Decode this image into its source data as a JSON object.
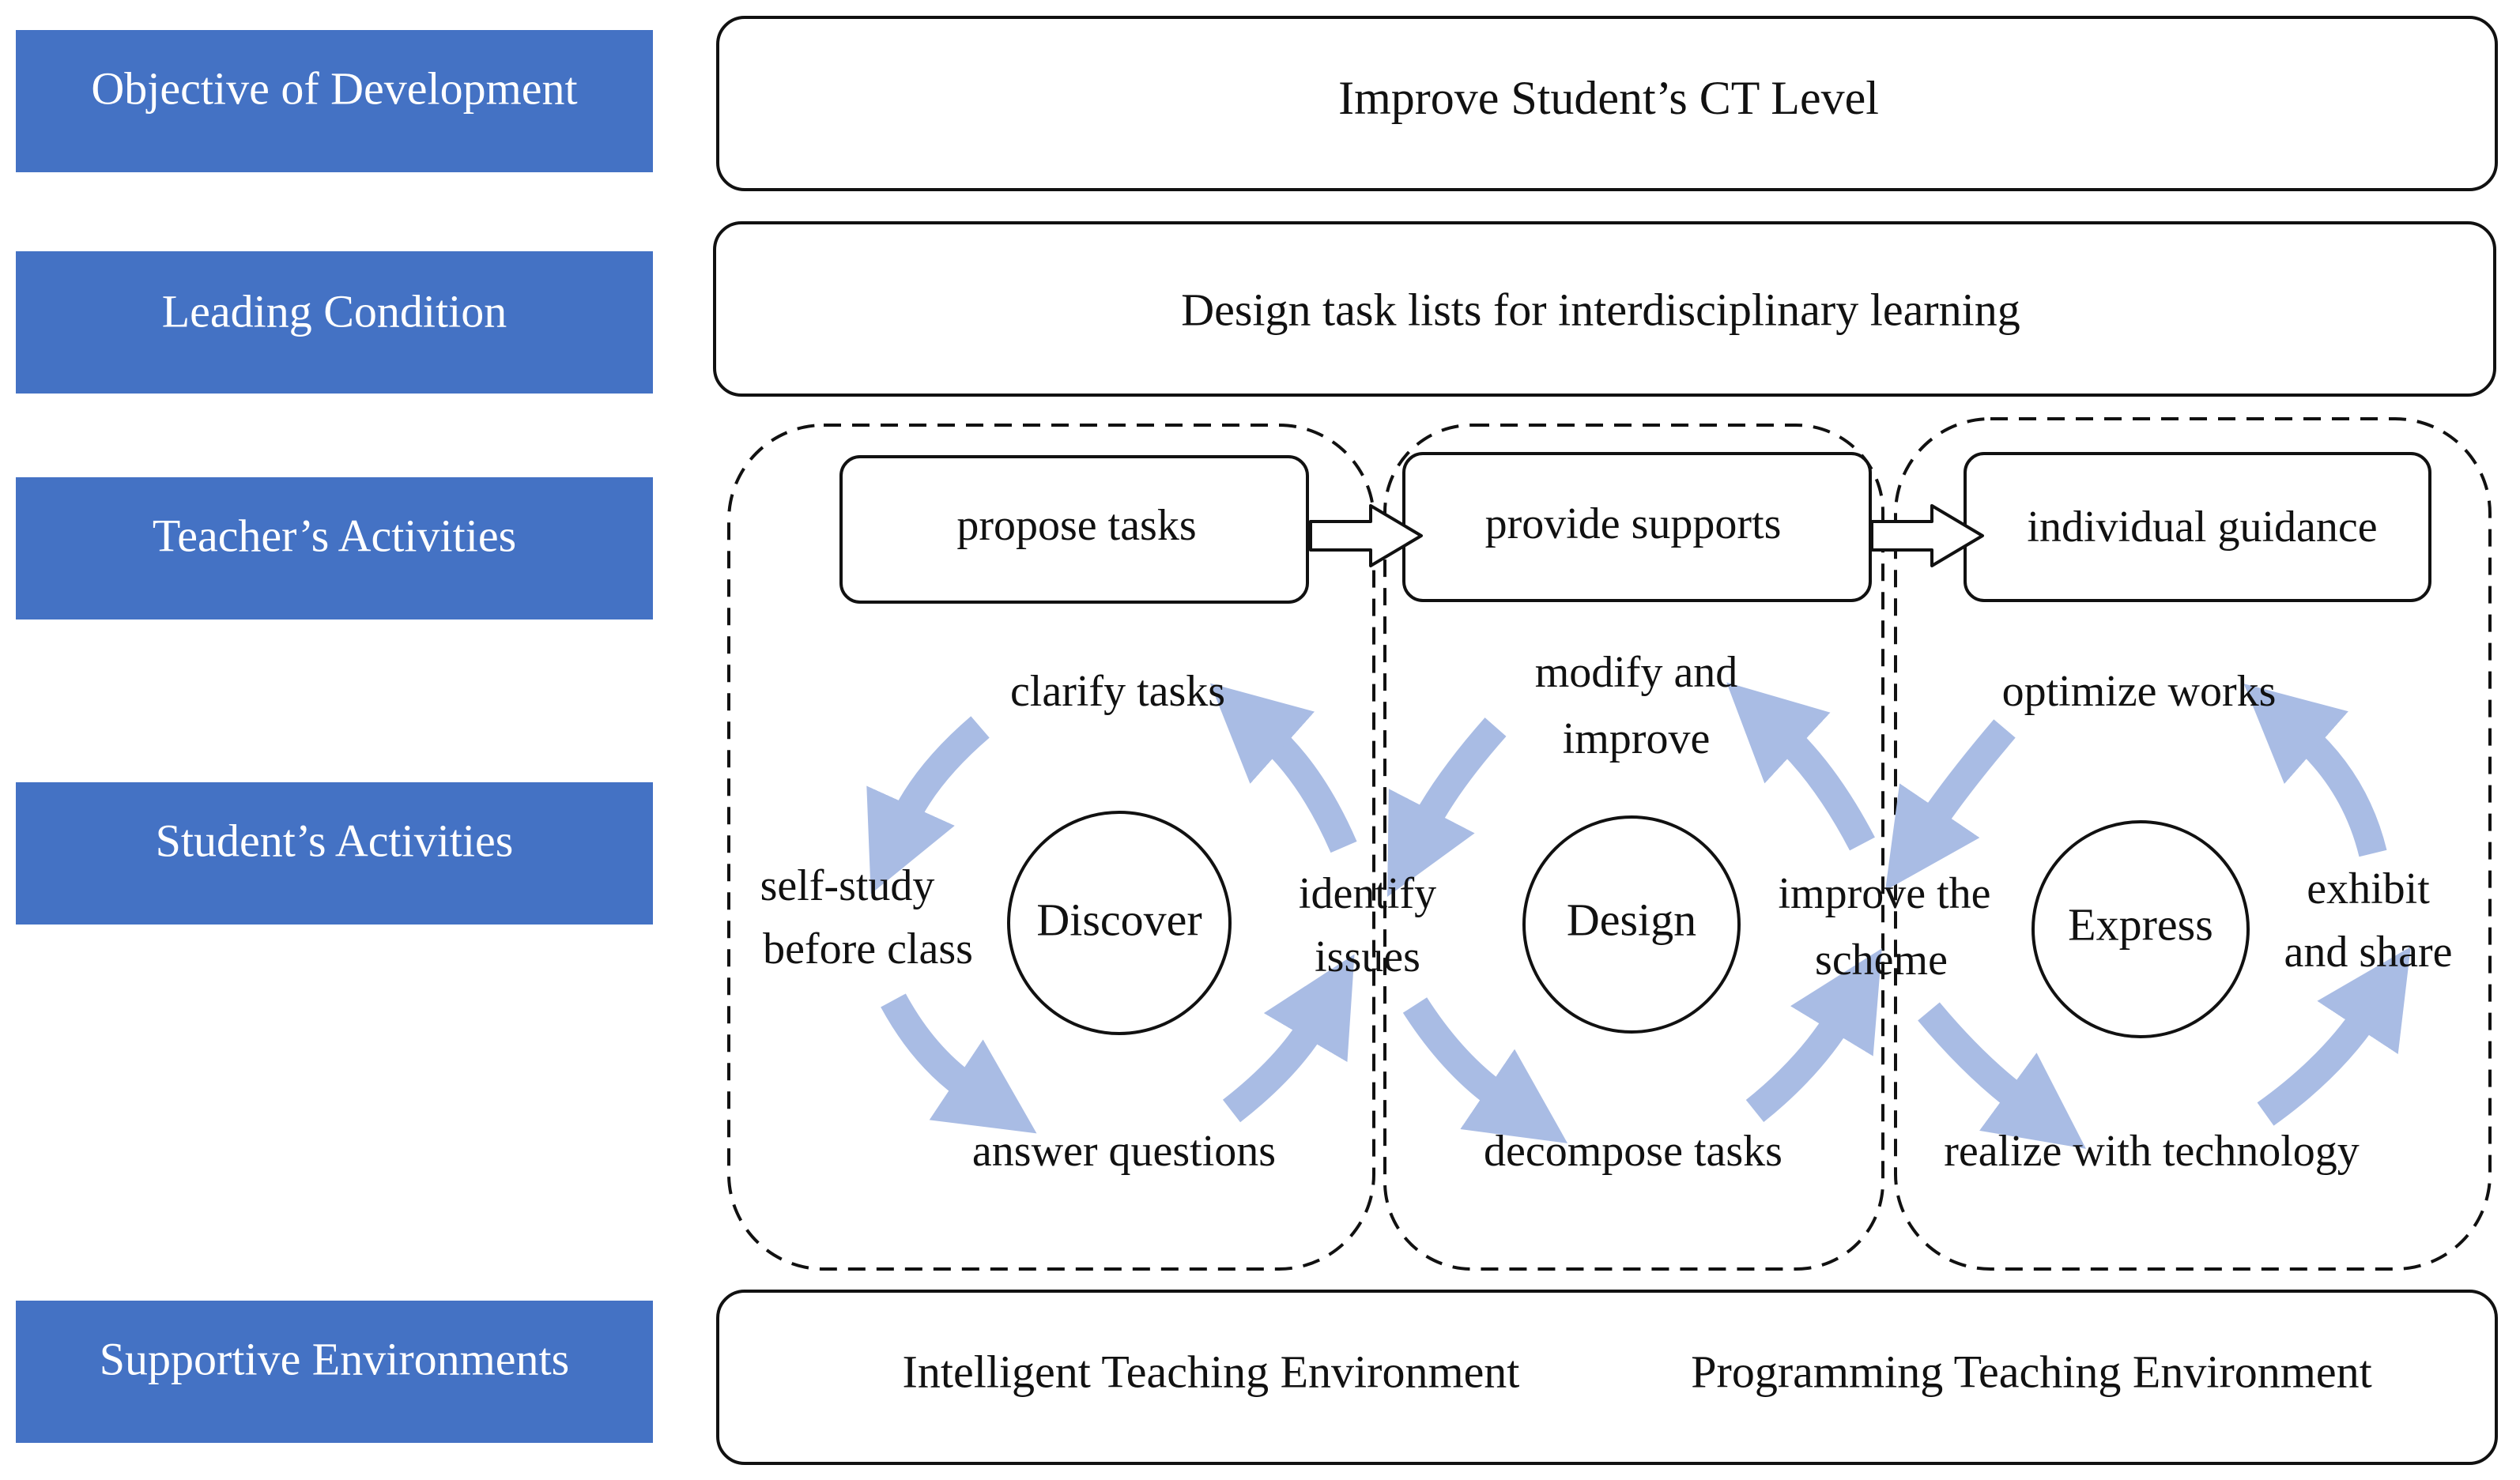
{
  "colors": {
    "side_label_bg": "#4472C4",
    "side_label_text": "#FFFFFF",
    "cycle_arrow": "#A9BCE4",
    "outline": "#111111"
  },
  "rows": {
    "objective": {
      "label": "Objective of Development",
      "content": "Improve Student’s CT Level"
    },
    "leading": {
      "label": "Leading Condition",
      "content": "Design task lists for interdisciplinary learning"
    },
    "teacher": {
      "label": "Teacher’s Activities",
      "steps": [
        "propose tasks",
        "provide supports",
        "individual guidance"
      ]
    },
    "student": {
      "label": "Student’s Activities"
    },
    "supportive": {
      "label": "Supportive Environments",
      "items": [
        "Intelligent Teaching Environment",
        "Programming Teaching Environment"
      ]
    }
  },
  "phases": {
    "discover": {
      "name": "Discover",
      "top": "clarify tasks",
      "left": [
        "self-study",
        "before class"
      ],
      "bottom": "answer questions"
    },
    "design": {
      "name": "Design",
      "top": [
        "modify and",
        "improve"
      ],
      "bottom": "decompose tasks"
    },
    "express": {
      "name": "Express",
      "top": "optimize works",
      "right": [
        "exhibit",
        "and share"
      ],
      "bottom": "realize with technology"
    },
    "shared_1": [
      "identify",
      "issues"
    ],
    "shared_2": [
      "improve the",
      "scheme"
    ]
  }
}
